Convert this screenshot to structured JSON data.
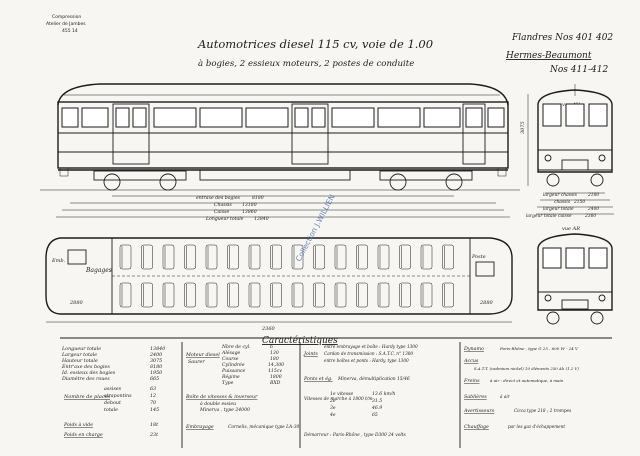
{
  "header": {
    "top_left_note": [
      "Compression",
      "Atelier de Jambes",
      "455 14"
    ],
    "title_line1": "Automotrices diesel 115 cv, voie de 1.00",
    "title_line2": "à bogies, 2 essieux moteurs, 2 postes de conduite",
    "series_line1": "Flandres Nos 401 402",
    "series_line2": "Hermes-Beaumont",
    "series_line3": "Nos 411-412"
  },
  "elevation": {
    "view_label_end": "vue AV",
    "dims": [
      {
        "label": "entraxe des bogies",
        "value": "8180"
      },
      {
        "label": "Chassis",
        "value": "13180"
      },
      {
        "label": "Caisse",
        "value": "13860"
      },
      {
        "label": "Longueur totale",
        "value": "13840"
      }
    ],
    "end_height": "3075",
    "end_dims": [
      {
        "label": "largeur chassis",
        "value": "2180"
      },
      {
        "label": "chassis",
        "value": "2150"
      },
      {
        "label": "largeur totale",
        "value": "2400"
      },
      {
        "label": "largeur totale caisse",
        "value": "2360"
      }
    ]
  },
  "plan": {
    "label_left": "Emb.",
    "label_bagages": "Bagages",
    "label_right": "Poste",
    "view_label_rear": "vue AR",
    "dim_left": "2880",
    "dim_right": "2880",
    "dim_small": "2360"
  },
  "caracteristiques": {
    "heading": "Caractéristiques",
    "dimensions": [
      {
        "label": "Longueur totale",
        "value": "13840"
      },
      {
        "label": "Largeur totale",
        "value": "2400"
      },
      {
        "label": "Hauteur totale",
        "value": "3075"
      },
      {
        "label": "Entr'axe des bogies",
        "value": "8180"
      },
      {
        "label": "Id. essieux des bogies",
        "value": "1950"
      },
      {
        "label": "Diamètre des roues",
        "value": "665"
      }
    ],
    "places": {
      "heading": "Nombre de places",
      "rows": [
        {
          "label": "assises",
          "value": "63"
        },
        {
          "label": "strapontins",
          "value": "12"
        },
        {
          "label": "debout",
          "value": "70"
        },
        {
          "label": "totale",
          "value": "145"
        }
      ]
    },
    "poids": [
      {
        "label": "Poids à vide",
        "value": "18t"
      },
      {
        "label": "Poids en charge",
        "value": "23t"
      }
    ],
    "moteur": {
      "heading": "Moteur diesel",
      "sub": "Saurer",
      "rows": [
        {
          "label": "Nbre de cyl.",
          "value": "6"
        },
        {
          "label": "Alésage",
          "value": "130"
        },
        {
          "label": "Course",
          "value": "180"
        },
        {
          "label": "Cylindrée",
          "value": "14,300"
        },
        {
          "label": "Puissance",
          "value": "115cv"
        },
        {
          "label": "Régime",
          "value": "1800"
        },
        {
          "label": "Type",
          "value": "BXD"
        }
      ]
    },
    "boite": {
      "heading": "Boîte de vitesses & inverseur",
      "lines": [
        "à double essieu",
        "Minerva , type 24000"
      ]
    },
    "embrayage": {
      "label": "Embrayage",
      "value": "Cornelis, mécanique type LA-30"
    },
    "joints": {
      "label": "Joints",
      "lines": [
        "entre embrayage et boîte : Hardy type 1300",
        "Cardan de transmission : S.A.T.C. n° 1300",
        "entre boîtes et ponts : Hardy, type 1300"
      ]
    },
    "ponts": {
      "label": "Ponts et ég.",
      "value": "Minerva, démultiplication 15/46"
    },
    "vitesses": {
      "heading": "Vitesses de marche à 1800 t/m",
      "rows": [
        {
          "gear": "1e vitesse",
          "value": "13.6 km/h"
        },
        {
          "gear": "2e",
          "value": "31.5"
        },
        {
          "gear": "3e",
          "value": "46.9"
        },
        {
          "gear": "4e",
          "value": "65"
        }
      ]
    },
    "demarreur": "Démarreur : Paris-Rhône , type D300 24 volts",
    "right": [
      {
        "label": "Dynamo",
        "value": "Paris-Rhône , type G 25 , 600 W - 24 V"
      },
      {
        "label": "Accus",
        "value": "S.A.T.T. (cadmium nickel) 10 éléments 250 Ah (1.2 V)"
      },
      {
        "label": "Freins",
        "value": "à air : direct et automatique, à main"
      },
      {
        "label": "Sablières",
        "value": "à air"
      },
      {
        "label": "Avertisseurs",
        "value": "Cicca type 218 ; 2 trompes"
      },
      {
        "label": "Chauffage",
        "value": "par les gaz d'échappement"
      }
    ]
  },
  "stamp": "Collection J.WILLIEN"
}
